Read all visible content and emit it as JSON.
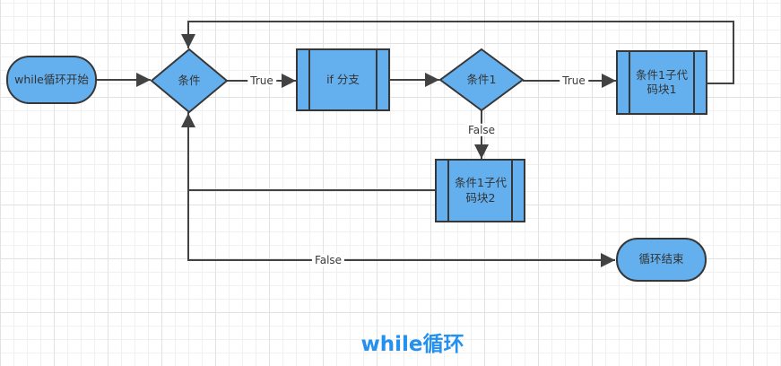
{
  "diagram": {
    "title": "while循环",
    "nodes": {
      "start": {
        "label": "while循环开始",
        "shape": "rounded-rectangle"
      },
      "cond": {
        "label": "条件",
        "shape": "diamond"
      },
      "if_branch": {
        "label": "if 分支",
        "shape": "predefined-process"
      },
      "cond1": {
        "label": "条件1",
        "shape": "diamond"
      },
      "block1": {
        "label": "条件1子代码块1",
        "shape": "predefined-process"
      },
      "block2": {
        "label": "条件1子代码块2",
        "shape": "predefined-process"
      },
      "end": {
        "label": "循环结束",
        "shape": "rounded-rectangle"
      }
    },
    "edges": {
      "cond_true": {
        "label": "True"
      },
      "cond1_true": {
        "label": "True"
      },
      "cond1_false": {
        "label": "False"
      },
      "cond_false": {
        "label": "False"
      }
    },
    "colors": {
      "node_fill": "#64b0ee",
      "node_border": "#373737",
      "edge_line": "#424242",
      "title_text": "#2490f0"
    }
  }
}
